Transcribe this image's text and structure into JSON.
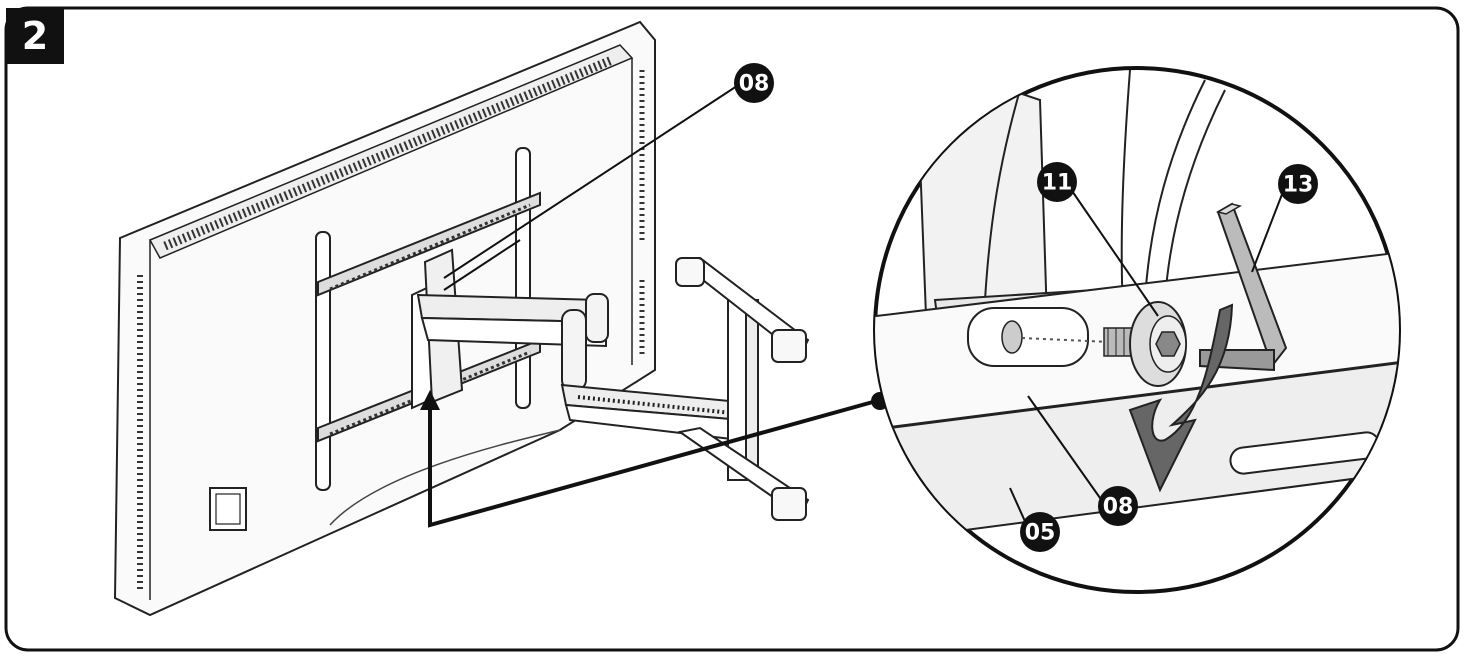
{
  "step": {
    "number": "2"
  },
  "callouts": {
    "c08_main": "08",
    "c11": "11",
    "c13": "13",
    "c08_detail": "08",
    "c05": "05"
  }
}
